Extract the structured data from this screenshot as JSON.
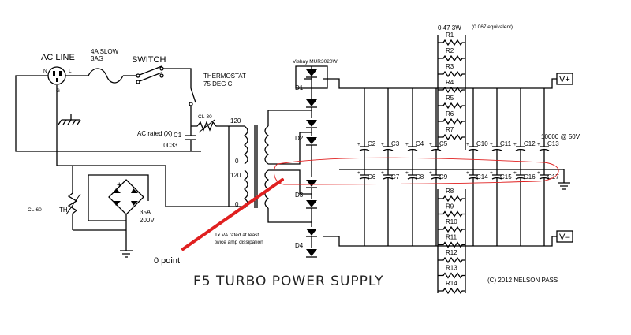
{
  "labels": {
    "ac_line": "AC LINE",
    "fuse": "4A SLOW",
    "fuse2": "3AG",
    "switch": "SWITCH",
    "thermostat": "THERMOSTAT",
    "thermostat2": "75 DEG C.",
    "ac_rated": "AC rated (X)",
    "c1": "C1",
    "c1_value": ".0033",
    "cl30": "CL-30",
    "cl60": "CL-60",
    "th": "TH",
    "bridge_rating": "35A",
    "bridge_rating2": "200V",
    "diode_part": "Vishay MUR3020W",
    "tx_note1": "Tx VA rated at least",
    "tx_note2": "twice amp dissipation",
    "zero_point": "0 point",
    "r_value": "0.47 3W",
    "r_equiv": "(0.067 equivalent)",
    "cap_value": "10000 @ 50V",
    "vplus": "V+",
    "vminus": "V–",
    "title": "F5 TURBO POWER SUPPLY",
    "copyright": "(C) 2012 NELSON PASS",
    "n": "N",
    "l": "L",
    "g": "G",
    "plus": "+",
    "sec_120a": "120",
    "sec_0a": "0",
    "sec_120b": "120",
    "sec_0b": "0"
  },
  "diodes": [
    "D1",
    "D2",
    "D3",
    "D4"
  ],
  "resistors_top": [
    "R1",
    "R2",
    "R3",
    "R4",
    "R5",
    "R6",
    "R7"
  ],
  "resistors_bottom": [
    "R8",
    "R9",
    "R10",
    "R11",
    "R12",
    "R13",
    "R14"
  ],
  "caps_top": [
    "C2",
    "C3",
    "C4",
    "C5",
    "C10",
    "C11",
    "C12",
    "C13"
  ],
  "caps_bottom": [
    "C6",
    "C7",
    "C8",
    "C9",
    "C14",
    "C15",
    "C16",
    "C17"
  ],
  "colors": {
    "annotation": "#e02020",
    "wire": "#000000"
  }
}
